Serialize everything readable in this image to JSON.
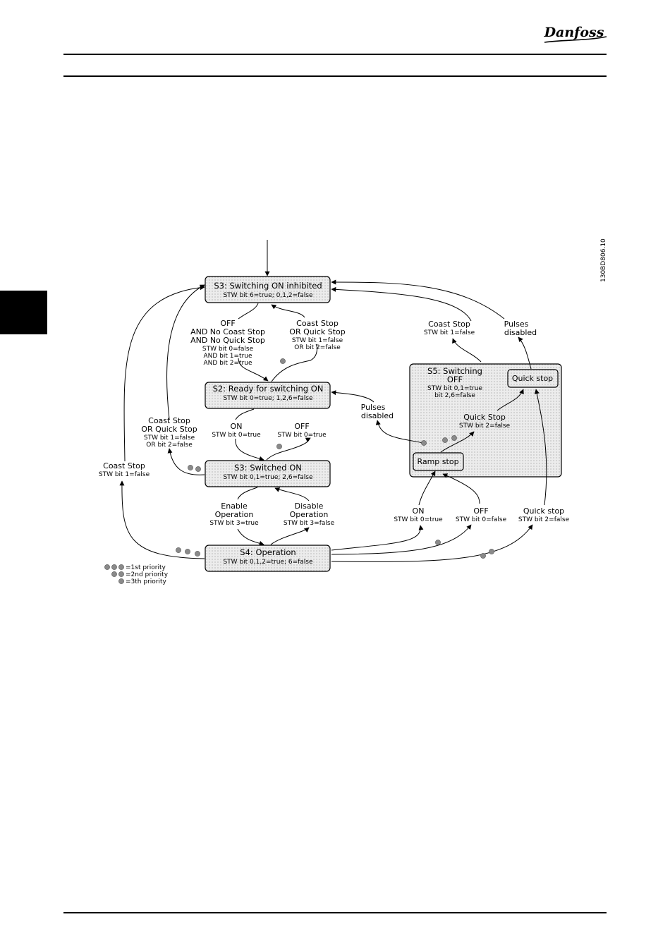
{
  "header": {
    "brand": "Danfoss"
  },
  "figure": {
    "code": "130BD806.10"
  },
  "states": {
    "s3_inhibited": {
      "title": "S3: Switching ON inhibited",
      "sub": "STW bit 6=true; 0,1,2=false"
    },
    "s2": {
      "title": "S2: Ready for switching ON",
      "sub": "STW bit 0=true; 1,2,6=false"
    },
    "s3_on": {
      "title": "S3: Switched ON",
      "sub": "STW bit 0,1=true; 2,6=false"
    },
    "s4": {
      "title": "S4: Operation",
      "sub": "STW bit 0,1,2=true; 6=false"
    },
    "s5": {
      "title_line1": "S5: Switching",
      "title_line2": "OFF",
      "sub_line1": "STW bit 0,1=true",
      "sub_line2": "bit 2,6=false"
    },
    "quick_stop": {
      "title": "Quick stop"
    },
    "ramp_stop": {
      "title": "Ramp stop"
    }
  },
  "transitions": {
    "off_no_stop": {
      "l1": "OFF",
      "l2": "AND No Coast Stop",
      "l3": "AND No Quick Stop",
      "s1": "STW bit 0=false",
      "s2": "AND bit 1=true",
      "s3": "AND bit 2=true"
    },
    "coast_quick_top": {
      "l1": "Coast Stop",
      "l2": "OR Quick Stop",
      "s1": "STW bit 1=false",
      "s2": "OR bit 2=false"
    },
    "coast_quick_mid": {
      "l1": "Coast Stop",
      "l2": "OR Quick Stop",
      "s1": "STW bit 1=false",
      "s2": "OR bit 2=false"
    },
    "coast_left": {
      "l1": "Coast Stop",
      "s1": "STW bit 1=false"
    },
    "on_s2": {
      "l1": "ON",
      "s1": "STW bit 0=true"
    },
    "off_s2": {
      "l1": "OFF",
      "s1": "STW bit 0=true"
    },
    "enable_op": {
      "l1": "Enable",
      "l2": "Operation",
      "s1": "STW bit 3=true"
    },
    "disable_op": {
      "l1": "Disable",
      "l2": "Operation",
      "s1": "STW bit 3=false"
    },
    "coast_s5": {
      "l1": "Coast Stop",
      "s1": "STW bit 1=false"
    },
    "pulses_top": {
      "l1": "Pulses",
      "l2": "disabled"
    },
    "pulses_mid": {
      "l1": "Pulses",
      "l2": "disabled"
    },
    "quickstop_s5": {
      "l1": "Quick Stop",
      "s1": "STW bit 2=false"
    },
    "on_s4": {
      "l1": "ON",
      "s1": "STW bit 0=true"
    },
    "off_s4": {
      "l1": "OFF",
      "s1": "STW bit 0=false"
    },
    "quickstop_s4": {
      "l1": "Quick stop",
      "s1": "STW bit 2=false"
    }
  },
  "legend": {
    "first": "=1st priority",
    "second": "=2nd priority",
    "third": "=3th priority"
  }
}
